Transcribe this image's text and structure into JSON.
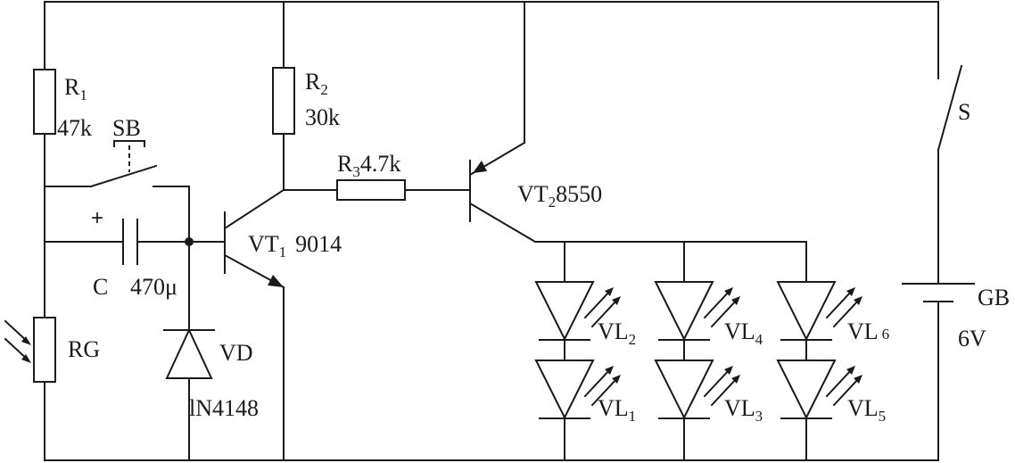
{
  "components": {
    "r1": {
      "name": "R",
      "sub": "1",
      "value": "47k"
    },
    "r2": {
      "name": "R",
      "sub": "2",
      "value": "30k"
    },
    "r3": {
      "name": "R",
      "sub": "3",
      "value": "4.7k"
    },
    "sb": {
      "name": "SB"
    },
    "c": {
      "name": "C",
      "value": "470μ",
      "polarity": "+"
    },
    "rg": {
      "name": "RG"
    },
    "vd": {
      "name": "VD",
      "part": "lN4148"
    },
    "vt1": {
      "name": "VT",
      "sub": "1",
      "part": "9014"
    },
    "vt2": {
      "name": "VT",
      "sub": "2",
      "part": "8550"
    },
    "s": {
      "name": "S"
    },
    "gb": {
      "name": "GB",
      "value": "6V"
    },
    "leds": [
      {
        "name": "VL",
        "sub": "2"
      },
      {
        "name": "VL",
        "sub": "4"
      },
      {
        "name": "VL",
        "sub": "6"
      },
      {
        "name": "VL",
        "sub": "1"
      },
      {
        "name": "VL",
        "sub": "3"
      },
      {
        "name": "VL",
        "sub": "5"
      }
    ]
  }
}
